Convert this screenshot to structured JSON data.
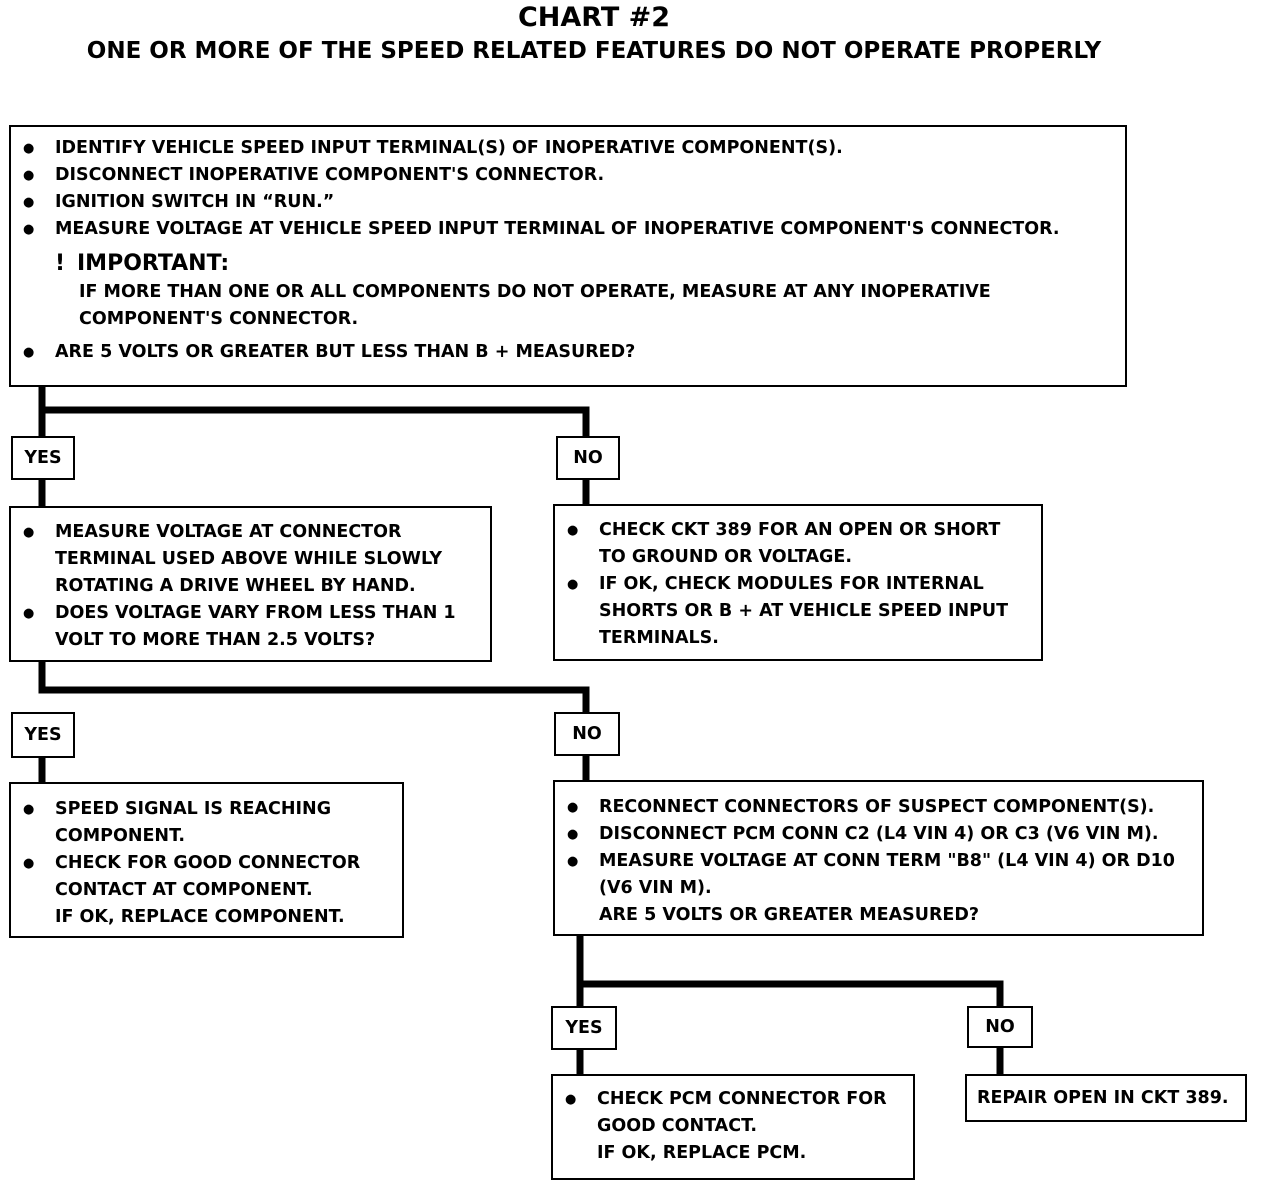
{
  "title": "CHART #2",
  "subtitle": "ONE OR MORE OF THE SPEED RELATED FEATURES DO NOT OPERATE PROPERLY",
  "box1": {
    "items": [
      "IDENTIFY VEHICLE SPEED INPUT TERMINAL(S) OF INOPERATIVE COMPONENT(S).",
      "DISCONNECT INOPERATIVE COMPONENT'S CONNECTOR.",
      "IGNITION SWITCH IN “RUN.”",
      "MEASURE VOLTAGE AT VEHICLE SPEED INPUT TERMINAL OF INOPERATIVE COMPONENT'S CONNECTOR."
    ],
    "important_mark": "!",
    "important_title": "IMPORTANT:",
    "important_text": "IF MORE THAN ONE OR ALL COMPONENTS DO NOT OPERATE, MEASURE AT ANY INOPERATIVE COMPONENT'S CONNECTOR.",
    "question": "ARE 5 VOLTS OR GREATER BUT LESS THAN B + MEASURED?"
  },
  "labels": {
    "yes": "YES",
    "no": "NO"
  },
  "box2": {
    "items": [
      "MEASURE VOLTAGE AT CONNECTOR TERMINAL USED ABOVE WHILE SLOWLY ROTATING A DRIVE WHEEL BY HAND.",
      "DOES VOLTAGE VARY FROM LESS THAN 1 VOLT TO MORE THAN 2.5 VOLTS?"
    ]
  },
  "box3": {
    "items": [
      "CHECK CKT 389 FOR AN OPEN OR SHORT TO GROUND OR VOLTAGE.",
      "IF OK, CHECK MODULES FOR INTERNAL SHORTS OR B + AT VEHICLE SPEED INPUT TERMINALS."
    ]
  },
  "box4": {
    "items": [
      "SPEED SIGNAL IS REACHING COMPONENT.",
      "CHECK FOR GOOD CONNECTOR CONTACT AT COMPONENT."
    ],
    "extra": "IF OK, REPLACE COMPONENT."
  },
  "box5": {
    "items": [
      "RECONNECT CONNECTORS OF SUSPECT COMPONENT(S).",
      "DISCONNECT PCM CONN C2 (L4 VIN 4) OR C3 (V6 VIN M).",
      "MEASURE VOLTAGE AT CONN TERM \"B8\" (L4 VIN 4) OR D10 (V6 VIN M)."
    ],
    "extra": "ARE 5 VOLTS OR GREATER MEASURED?"
  },
  "box6": {
    "items": [
      "CHECK PCM CONNECTOR FOR GOOD CONTACT."
    ],
    "extra": "IF OK, REPLACE PCM."
  },
  "box7": {
    "text": "REPAIR OPEN IN CKT 389."
  }
}
